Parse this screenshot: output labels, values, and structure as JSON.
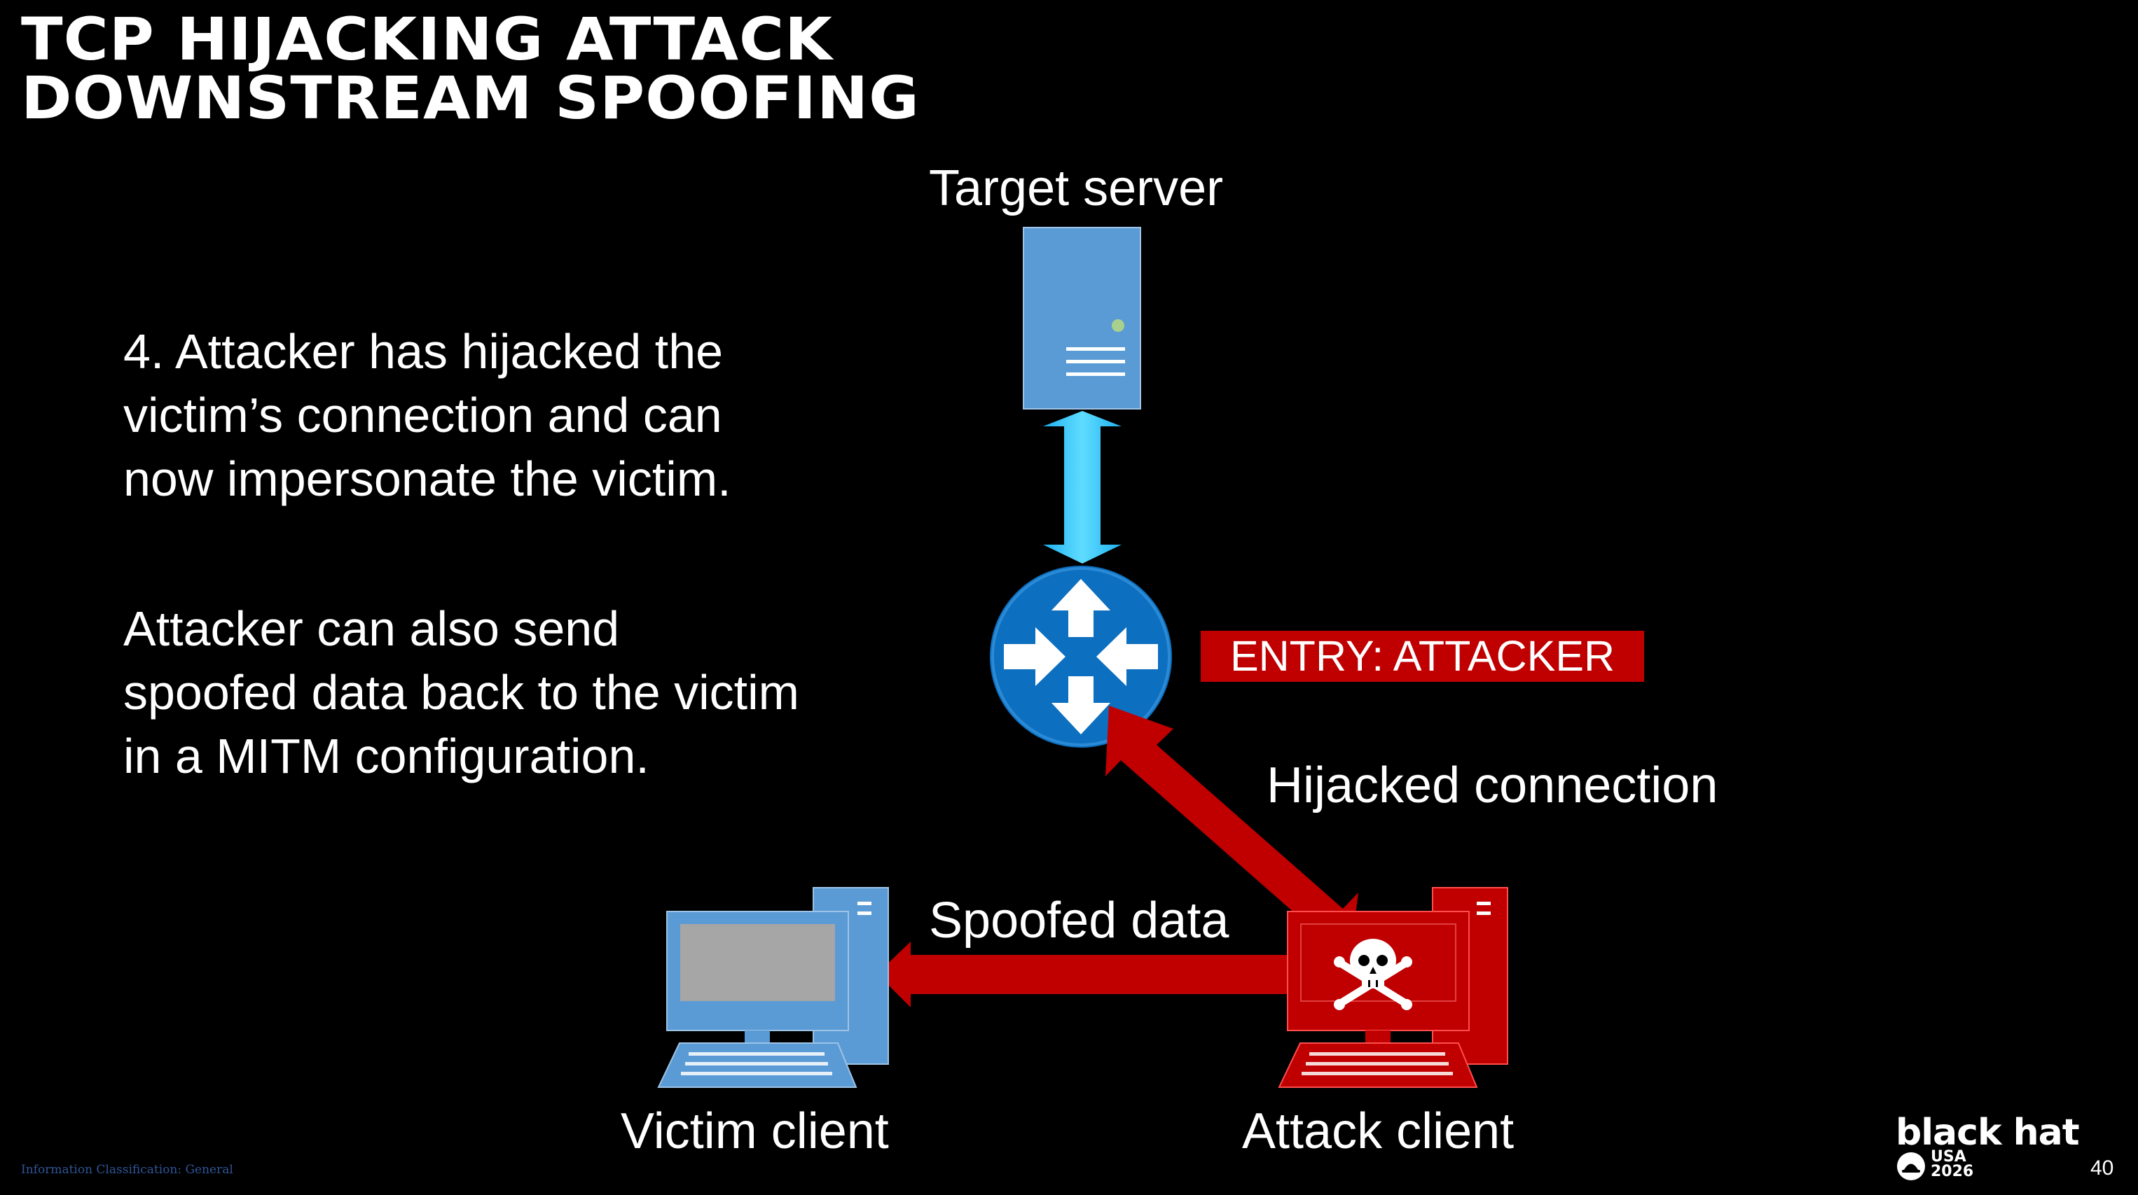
{
  "slide": {
    "title_line1": "TCP HIJACKING ATTACK",
    "title_line2": "DOWNSTREAM SPOOFING",
    "paragraph1": "4. Attacker has hijacked the\nvictim’s connection and can\nnow impersonate the victim.",
    "paragraph2": "Attacker can also send\nspoofed data back to the victim\nin a MITM configuration.",
    "page_number": "40",
    "classification": "Information Classification: General"
  },
  "diagram": {
    "nodes": {
      "target_server": "Target server",
      "router_icon": "router-icon",
      "victim_client": "Victim client",
      "attack_client": "Attack client"
    },
    "edges": {
      "hijacked_connection": "Hijacked connection",
      "spoofed_data": "Spoofed data"
    },
    "entry_badge": "ENTRY: ATTACKER"
  },
  "logo": {
    "brand": "black hat",
    "region": "USA",
    "year": "2026"
  },
  "colors": {
    "background": "#000000",
    "server_blue": "#5b9bd5",
    "link_cyan": "#33ccff",
    "router_blue": "#0d6fbf",
    "attack_red": "#c00000",
    "text": "#ffffff"
  }
}
